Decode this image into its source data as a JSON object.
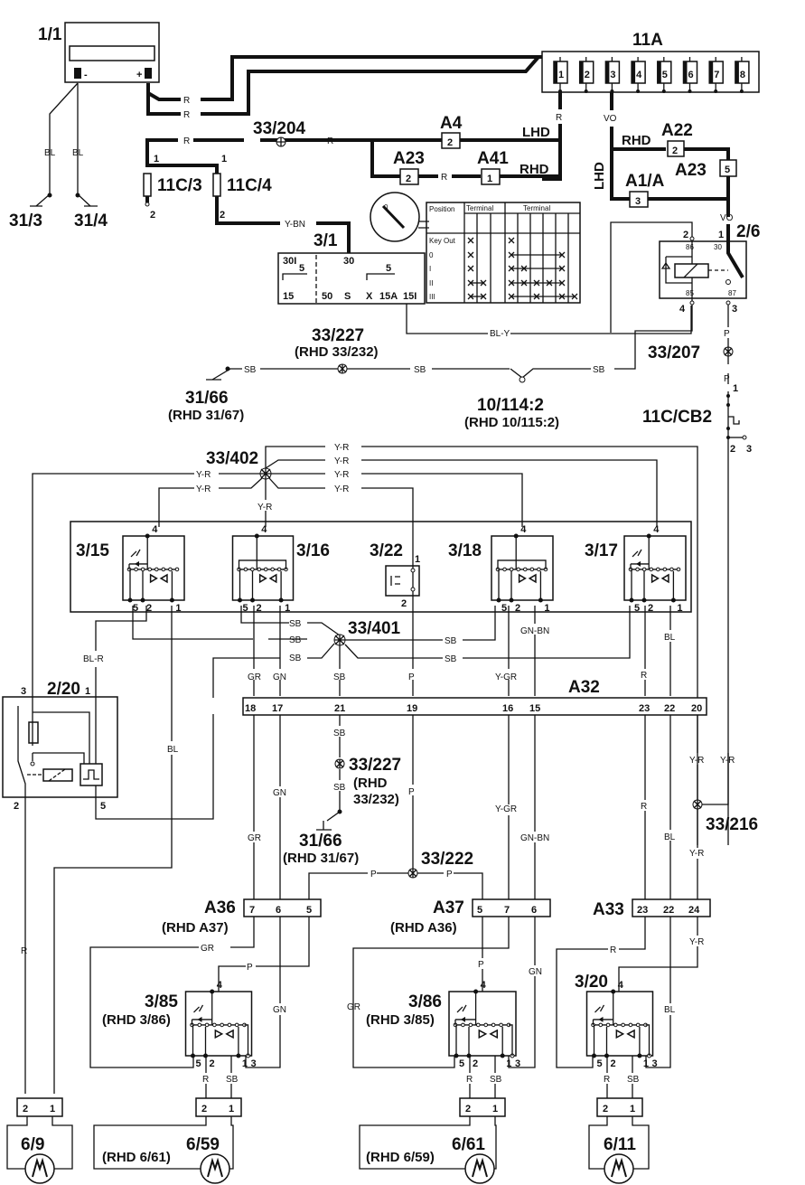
{
  "diagram": {
    "title": "Power window wiring diagram",
    "components": {
      "battery": "1/1",
      "fusebox": "11A",
      "fusebox_slots": [
        "1",
        "2",
        "3",
        "4",
        "5",
        "6",
        "7",
        "8"
      ],
      "ground_31_3": "31/3",
      "ground_31_4": "31/4",
      "splice_33_204": "33/204",
      "fuse_11c3": "11C/3",
      "fuse_11c4": "11C/4",
      "ignition": "3/1",
      "conn_a4": "A4",
      "conn_a23_left": "A23",
      "conn_a41": "A41",
      "conn_a22": "A22",
      "conn_a1a": "A1/A",
      "conn_a23_right": "A23",
      "relay_2_6": "2/6",
      "splice_33_227": "33/227",
      "splice_33_227_rhd": "(RHD 33/232)",
      "ground_31_66": "31/66",
      "ground_31_66_rhd": "(RHD 31/67)",
      "conn_10_114": "10/114:2",
      "conn_10_114_rhd": "(RHD 10/115:2)",
      "splice_33_207": "33/207",
      "breaker_11c_cb2": "11C/CB2",
      "splice_33_402": "33/402",
      "switch_3_15": "3/15",
      "switch_3_16": "3/16",
      "switch_3_22": "3/22",
      "switch_3_18": "3/18",
      "switch_3_17": "3/17",
      "splice_33_401": "33/401",
      "relay_2_20": "2/20",
      "conn_a32": "A32",
      "splice_33_227b": "33/227",
      "splice_33_227b_rhd1": "(RHD",
      "splice_33_227b_rhd2": "33/232)",
      "ground_31_66b": "31/66",
      "ground_31_66b_rhd": "(RHD 31/67)",
      "splice_33_222": "33/222",
      "splice_33_216": "33/216",
      "conn_a36": "A36",
      "conn_a36_rhd": "(RHD A37)",
      "conn_a37": "A37",
      "conn_a37_rhd": "(RHD A36)",
      "conn_a33": "A33",
      "switch_3_85": "3/85",
      "switch_3_85_rhd": "(RHD 3/86)",
      "switch_3_86": "3/86",
      "switch_3_86_rhd": "(RHD 3/85)",
      "switch_3_20": "3/20",
      "motor_6_9": "6/9",
      "motor_6_59": "6/59",
      "motor_6_59_rhd": "(RHD 6/61)",
      "motor_6_61": "6/61",
      "motor_6_61_rhd": "(RHD 6/59)",
      "motor_6_11": "6/11"
    },
    "drive_labels": {
      "lhd": "LHD",
      "rhd": "RHD"
    },
    "wire_colors": {
      "r": "R",
      "bl": "BL",
      "vo": "VO",
      "ybn": "Y-BN",
      "bly": "BL-Y",
      "sb": "SB",
      "p": "P",
      "yr": "Y-R",
      "blr": "BL-R",
      "gr": "GR",
      "gn": "GN",
      "ygr": "Y-GR",
      "gnbn": "GN-BN"
    },
    "ignition_table": {
      "header_position": "Position",
      "header_terminal": "Terminal",
      "cols_a": [
        "30I",
        "15"
      ],
      "cols_b": [
        "30",
        "X",
        "15A",
        "15I",
        "S",
        "50"
      ],
      "rows": [
        "Key Out",
        "0",
        "I",
        "II",
        "III"
      ],
      "key_positions": "0 I II III",
      "box_terminals_top": [
        "30I",
        "30"
      ],
      "box_terminals_bottom": [
        "15",
        "50",
        "S",
        "X",
        "15A",
        "15I"
      ],
      "box_inner": [
        "5",
        "5"
      ]
    },
    "a32_pins": [
      "18",
      "17",
      "21",
      "19",
      "16",
      "15",
      "23",
      "22",
      "20"
    ],
    "a36_pins": [
      "7",
      "6",
      "5"
    ],
    "a37_pins": [
      "5",
      "7",
      "6"
    ],
    "a33_pins": [
      "23",
      "22",
      "24"
    ],
    "motor_pins": [
      "2",
      "1"
    ],
    "switch_pins": {
      "p4": "4",
      "p5": "5",
      "p2": "2",
      "p1": "1",
      "p3": "3"
    },
    "relay_pins": {
      "p86": "86",
      "p30": "30",
      "p85": "85",
      "p87": "87",
      "n2": "2",
      "n1": "1",
      "n4": "4",
      "n3": "3"
    },
    "misc_pins": {
      "one": "1",
      "two": "2",
      "three": "3",
      "five": "5"
    }
  }
}
